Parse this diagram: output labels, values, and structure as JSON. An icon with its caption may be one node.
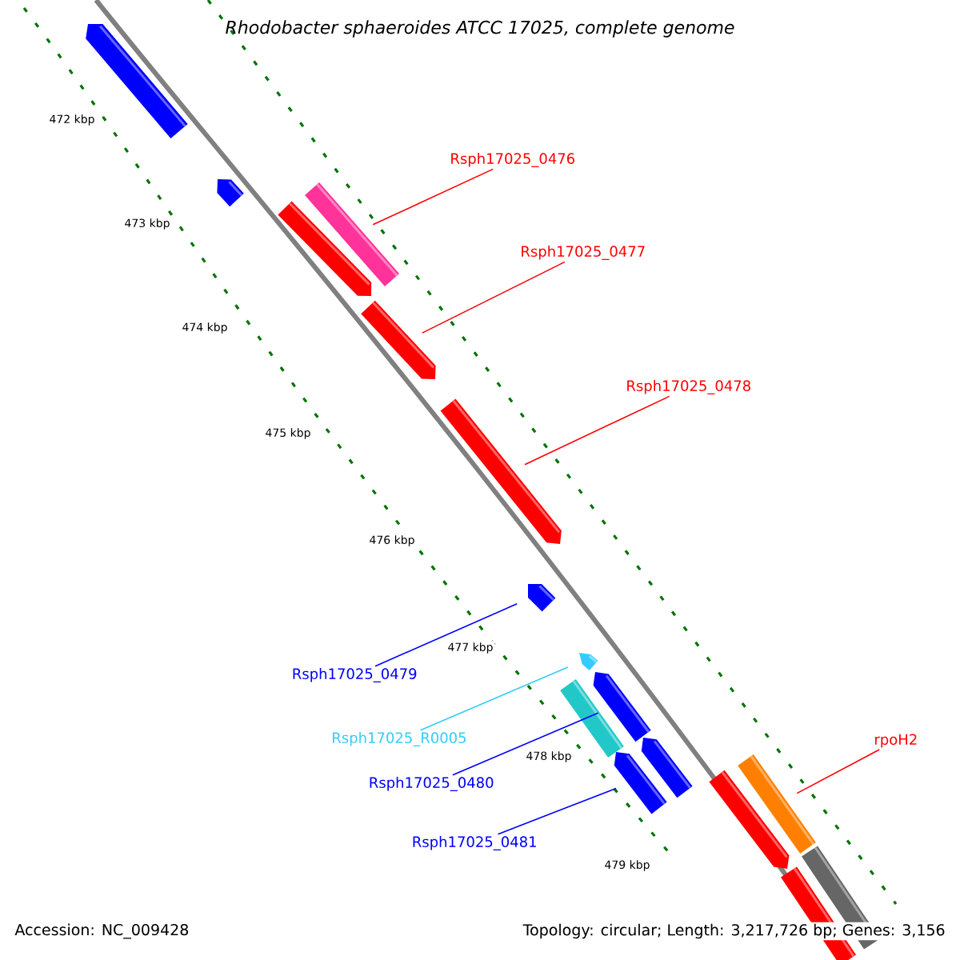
{
  "diagram": {
    "title": "Rhodobacter sphaeroides ATCC 17025, complete genome",
    "nodes": [
      {
        "text": [
          "Rsph17025_0476"
        ]
      },
      {
        "text": [
          "Rsph17025_0477"
        ]
      },
      {
        "text": [
          "Rsph17025_0478"
        ]
      },
      {
        "text": [
          "Rsph17025_0479"
        ]
      },
      {
        "text": [
          "Rsph17025_R0005"
        ]
      },
      {
        "text": [
          "Rsph17025_0480"
        ]
      },
      {
        "text": [
          "Rsph17025_0481"
        ]
      },
      {
        "text": [
          "rpoH2"
        ]
      },
      {
        "text": [],
        "shape": "bar"
      },
      {
        "text": [],
        "shape": "bar"
      },
      {
        "text": [],
        "shape": "bar"
      },
      {
        "text": [],
        "shape": "bar"
      },
      {
        "text": [],
        "shape": "bar"
      },
      {
        "text": [],
        "shape": "bar"
      },
      {
        "text": [],
        "shape": "bar"
      },
      {
        "text": [],
        "shape": "bar"
      },
      {
        "text": [],
        "shape": "bar"
      },
      {
        "text": [],
        "shape": "bar"
      },
      {
        "text": [],
        "shape": "bar"
      },
      {
        "text": [],
        "shape": "bar"
      },
      {
        "text": [],
        "shape": "bar"
      },
      {
        "text": [],
        "shape": "bar"
      },
      {
        "text": [],
        "shape": "bar"
      },
      {
        "text": [],
        "shape": "bar"
      }
    ],
    "edges": [
      {
        "from": 0,
        "to": 11,
        "arrow": "none"
      },
      {
        "from": 1,
        "to": 12,
        "arrow": "none"
      },
      {
        "from": 2,
        "to": 13,
        "arrow": "none"
      },
      {
        "from": 3,
        "to": 14,
        "arrow": "none",
        "color": "#0000ff"
      },
      {
        "from": 4,
        "to": 15,
        "arrow": "none",
        "color": "#33ccff"
      },
      {
        "from": 5,
        "to": 18,
        "arrow": "none",
        "color": "#0000ff"
      },
      {
        "from": 6,
        "to": 17,
        "arrow": "none",
        "color": "#0000ff"
      },
      {
        "from": 7,
        "to": 22,
        "arrow": "none"
      }
    ],
    "labels": [
      "472 kbp",
      "473 kbp",
      "474 kbp",
      "475 kbp",
      "476 kbp",
      "477 kbp",
      "478 kbp",
      "479 kbp",
      "Accession: NC_009428",
      "Topology: circular; Length: 3,217,726 bp; Genes: 3,156"
    ]
  }
}
